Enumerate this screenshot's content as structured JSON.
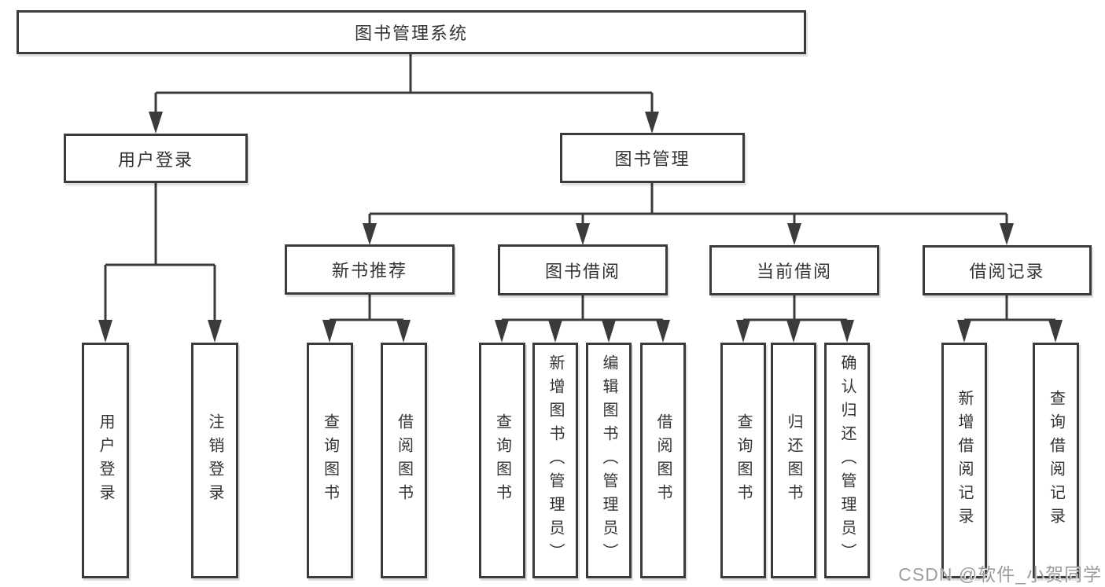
{
  "diagram_title": "图书管理系统",
  "tree": {
    "label": "图书管理系统",
    "children": [
      {
        "label": "用户登录",
        "children": [
          {
            "label": "用户登录"
          },
          {
            "label": "注销登录"
          }
        ]
      },
      {
        "label": "图书管理",
        "children": [
          {
            "label": "新书推荐",
            "children": [
              {
                "label": "查询图书"
              },
              {
                "label": "借阅图书"
              }
            ]
          },
          {
            "label": "图书借阅",
            "children": [
              {
                "label": "查询图书"
              },
              {
                "label": "新增图书（管理员）"
              },
              {
                "label": "编辑图书（管理员）"
              },
              {
                "label": "借阅图书"
              }
            ]
          },
          {
            "label": "当前借阅",
            "children": [
              {
                "label": "查询图书"
              },
              {
                "label": "归还图书"
              },
              {
                "label": "确认归还（管理员）"
              }
            ]
          },
          {
            "label": "借阅记录",
            "children": [
              {
                "label": "新增借阅记录"
              },
              {
                "label": "查询借阅记录"
              }
            ]
          }
        ]
      }
    ]
  },
  "watermark": {
    "text": "CSDN @软件_小贺同学"
  },
  "colors": {
    "line": "#3b3b3b",
    "text": "#333333",
    "background": "#ffffff",
    "watermark": "#9c9ca2"
  }
}
